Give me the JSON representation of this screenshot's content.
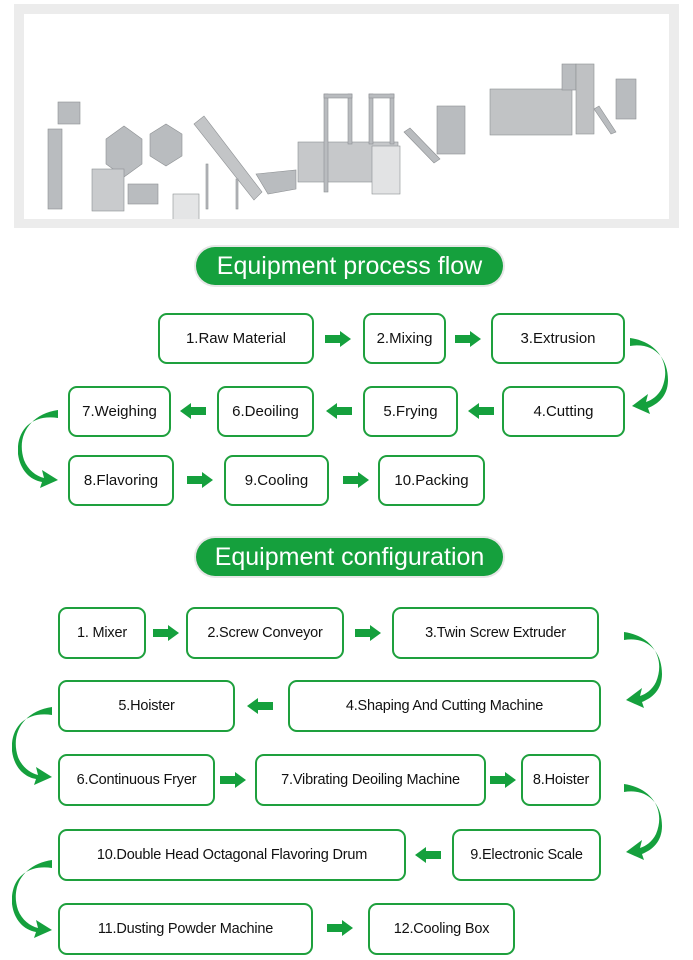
{
  "hero_image": {
    "alt": "Snack food production line machinery (extruder, fryer, conveyors, flavoring drums)"
  },
  "process_flow": {
    "title": "Equipment process flow",
    "steps": [
      "1.Raw Material",
      "2.Mixing",
      "3.Extrusion",
      "4.Cutting",
      "5.Frying",
      "6.Deoiling",
      "7.Weighing",
      "8.Flavoring",
      "9.Cooling",
      "10.Packing"
    ]
  },
  "configuration": {
    "title": "Equipment configuration",
    "steps": [
      "1. Mixer",
      "2.Screw Conveyor",
      "3.Twin Screw Extruder",
      "4.Shaping And Cutting Machine",
      "5.Hoister",
      "6.Continuous Fryer",
      "7.Vibrating Deoiling Machine",
      "8.Hoister",
      "9.Electronic Scale",
      "10.Double Head Octagonal Flavoring Drum",
      "11.Dusting Powder Machine",
      "12.Cooling Box"
    ]
  },
  "colors": {
    "accent_green": "#15a03d",
    "box_border": "#1ea03d",
    "frame_gray": "#ececec"
  }
}
